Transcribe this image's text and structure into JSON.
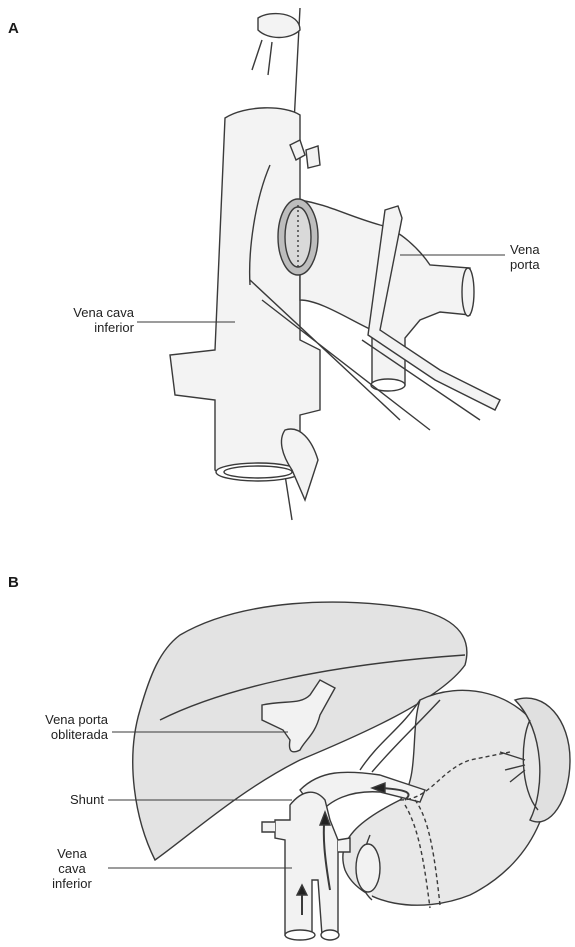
{
  "panel_a": {
    "letter": "A",
    "label_vena_porta": [
      "Vena",
      "porta"
    ],
    "label_vena_cava": [
      "Vena cava",
      "inferior"
    ]
  },
  "panel_b": {
    "letter": "B",
    "label_porta_obliterada": [
      "Vena porta",
      "obliterada"
    ],
    "label_shunt": "Shunt",
    "label_vena_cava": [
      "Vena",
      "cava",
      "inferior"
    ]
  },
  "colors": {
    "stroke": "#3a3a3a",
    "organ_fill": "#e4e4e4",
    "vessel_fill": "#f2f2f2"
  }
}
